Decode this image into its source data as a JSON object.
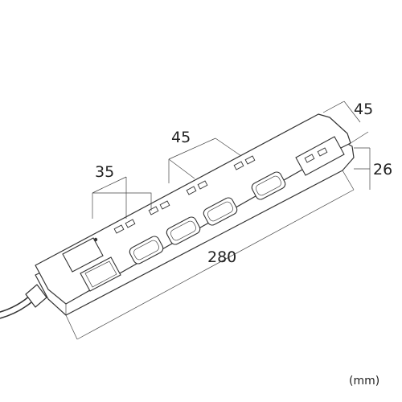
{
  "dimensions": {
    "pitch_35": "35",
    "pitch_45": "45",
    "width_45": "45",
    "height_26": "26",
    "length_280": "280"
  },
  "unit_label": "(mm)"
}
